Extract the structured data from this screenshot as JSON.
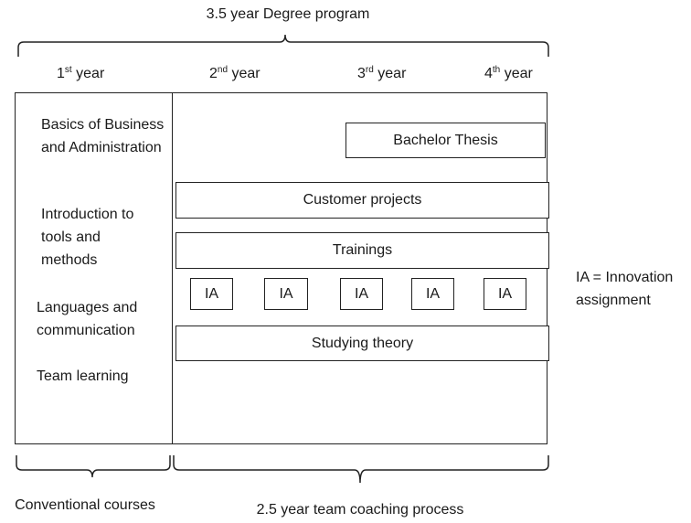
{
  "title": "3.5 year Degree program",
  "years": [
    {
      "num": "1",
      "sup": "st",
      "label": "year"
    },
    {
      "num": "2",
      "sup": "nd",
      "label": "year"
    },
    {
      "num": "3",
      "sup": "rd",
      "label": "year"
    },
    {
      "num": "4",
      "sup": "th",
      "label": "year"
    }
  ],
  "conventional_courses": [
    "Basics of Business and Administration",
    "Introduction to tools and methods",
    "Languages and communication",
    "Team learning"
  ],
  "blocks": {
    "bachelor_thesis": "Bachelor Thesis",
    "customer_projects": "Customer projects",
    "trainings": "Trainings",
    "studying_theory": "Studying theory"
  },
  "ia_boxes": [
    "IA",
    "IA",
    "IA",
    "IA",
    "IA"
  ],
  "legend": {
    "ia_definition": "IA = Innovation assignment"
  },
  "footer": {
    "left": "Conventional courses",
    "right": "2.5 year team coaching process"
  }
}
